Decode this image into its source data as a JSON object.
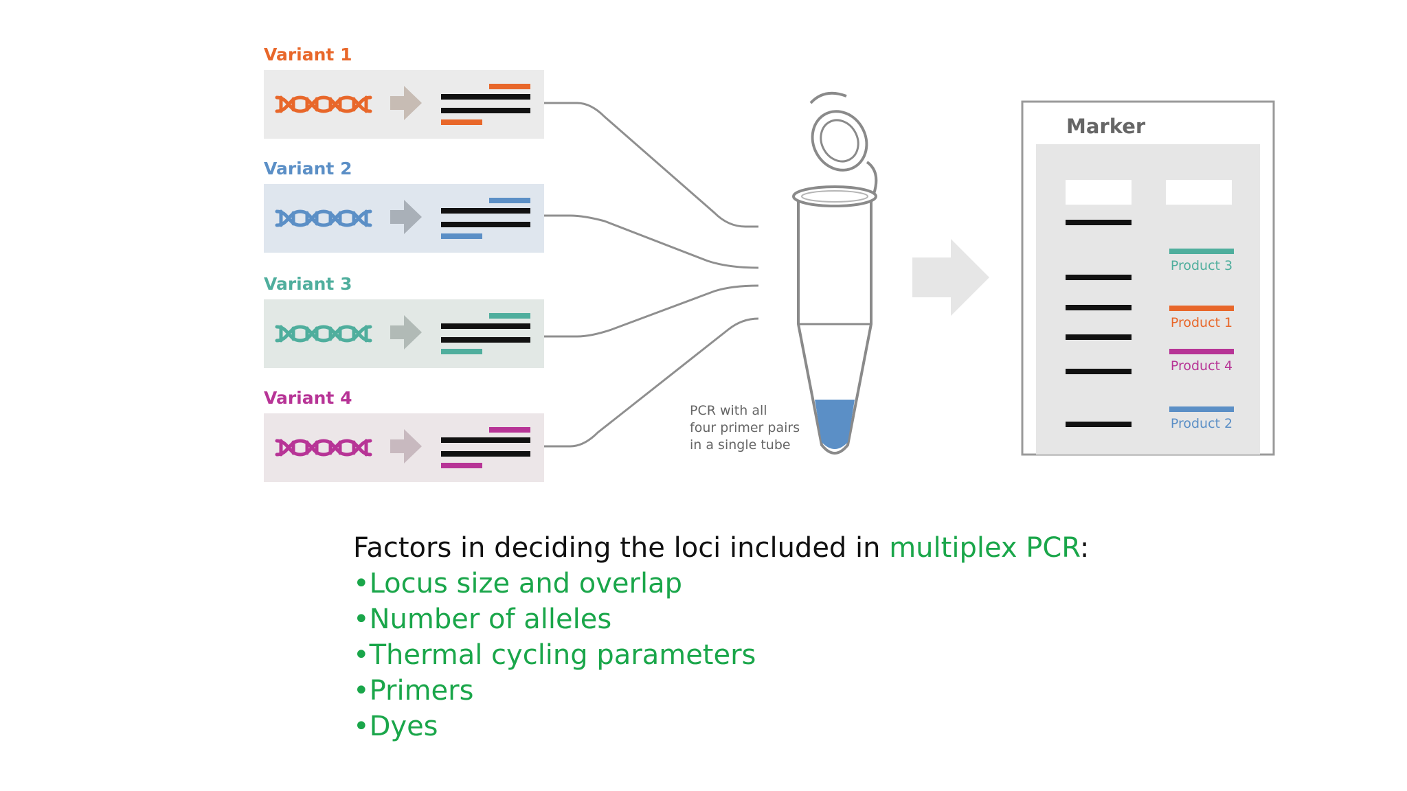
{
  "colors": {
    "orange": "#e8672a",
    "blue": "#5b8fc6",
    "teal": "#4fae9d",
    "magenta": "#b73496",
    "black": "#111111",
    "grey_text": "#666666",
    "highlight_green": "#1aa64a"
  },
  "variants": [
    {
      "label": "Variant 1",
      "color": "#e8672a",
      "panel_color": "#ebebeb"
    },
    {
      "label": "Variant 2",
      "color": "#5b8fc6",
      "panel_color": "#dfe6ee"
    },
    {
      "label": "Variant 3",
      "color": "#4fae9d",
      "panel_color": "#e2e8e5"
    },
    {
      "label": "Variant 4",
      "color": "#b73496",
      "panel_color": "#ece6e8"
    }
  ],
  "tube": {
    "caption": [
      "PCR with all",
      "four primer pairs",
      "in a single tube"
    ],
    "liquid_color": "#5b8fc6"
  },
  "gel": {
    "marker_label": "Marker",
    "products": [
      {
        "label": "Product 3",
        "color": "#4fae9d"
      },
      {
        "label": "Product 1",
        "color": "#e8672a"
      },
      {
        "label": "Product 4",
        "color": "#b73496"
      },
      {
        "label": "Product 2",
        "color": "#5b8fc6"
      }
    ]
  },
  "factors": {
    "heading_prefix": "Factors in deciding the loci included in ",
    "heading_highlight": "multiplex PCR",
    "heading_suffix": ":",
    "items": [
      "•Locus size and overlap",
      "•Number of alleles",
      "•Thermal cycling parameters",
      "•Primers",
      "•Dyes"
    ]
  }
}
